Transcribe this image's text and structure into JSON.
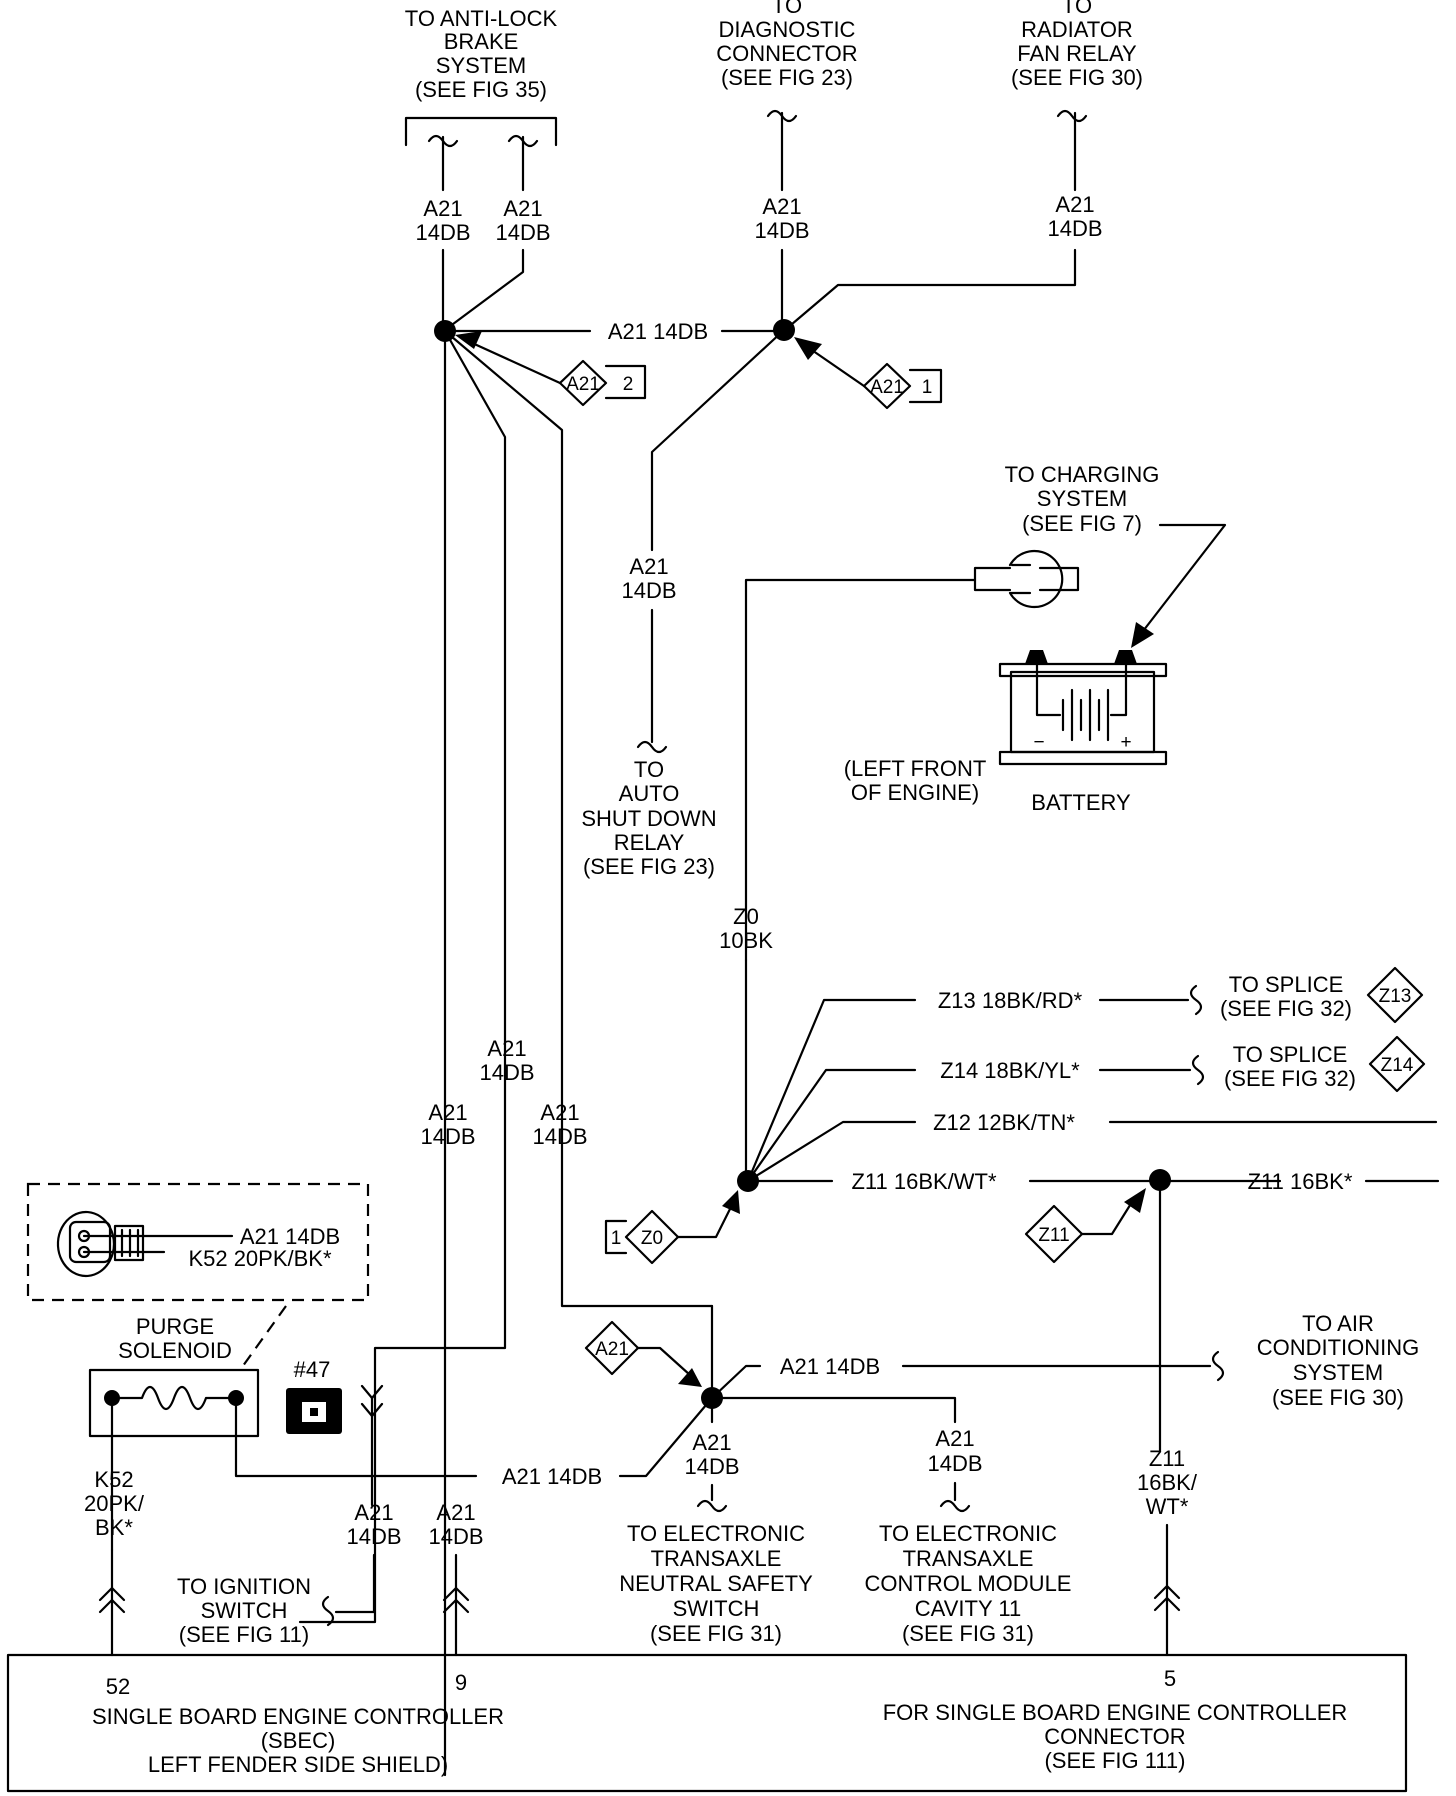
{
  "labels": {
    "abs": [
      "TO ANTI-LOCK",
      "BRAKE",
      "SYSTEM",
      "(SEE FIG 35)"
    ],
    "diag": [
      "TO",
      "DIAGNOSTIC",
      "CONNECTOR",
      "(SEE FIG 23)"
    ],
    "radfan": [
      "TO",
      "RADIATOR",
      "FAN RELAY",
      "(SEE FIG 30)"
    ],
    "charging": [
      "TO CHARGING",
      "SYSTEM",
      "(SEE FIG 7)"
    ],
    "asd": [
      "TO",
      "AUTO",
      "SHUT DOWN",
      "RELAY",
      "(SEE FIG 23)"
    ],
    "left_front": [
      "(LEFT FRONT",
      "OF ENGINE)"
    ],
    "battery": "BATTERY",
    "splice1": [
      "TO SPLICE",
      "(SEE FIG 32)"
    ],
    "splice2": [
      "TO SPLICE",
      "(SEE FIG 32)"
    ],
    "ac": [
      "TO AIR",
      "CONDITIONING",
      "SYSTEM",
      "(SEE FIG 30)"
    ],
    "ignition": [
      "TO IGNITION",
      "SWITCH",
      "(SEE FIG 11)"
    ],
    "nss": [
      "TO ELECTRONIC",
      "TRANSAXLE",
      "NEUTRAL SAFETY",
      "SWITCH",
      "(SEE FIG 31)"
    ],
    "tcm": [
      "TO ELECTRONIC",
      "TRANSAXLE",
      "CONTROL MODULE",
      "CAVITY 11",
      "(SEE FIG 31)"
    ],
    "purge": [
      "PURGE",
      "SOLENOID"
    ],
    "connector_id": "#47",
    "sbec_left": [
      "SINGLE BOARD ENGINE CONTROLLER",
      "(SBEC)",
      "LEFT FENDER SIDE SHIELD)"
    ],
    "sbec_right": [
      "FOR SINGLE BOARD ENGINE CONTROLLER",
      "CONNECTOR",
      "(SEE FIG 111)"
    ],
    "pin_52": "52",
    "pin_9": "9",
    "pin_5": "5"
  },
  "wires": {
    "a21_two_line": [
      "A21",
      "14DB"
    ],
    "a21_one_line": "A21 14DB",
    "k52": "K52 20PK/BK*",
    "k52_stack": [
      "K52",
      "20PK/",
      "BK*"
    ],
    "z0": [
      "Z0",
      "10BK"
    ],
    "z13": "Z13 18BK/RD*",
    "z14": "Z14 18BK/YL*",
    "z12": "Z12 12BK/TN*",
    "z11": "Z11 16BK/WT*",
    "z11_b": "Z11 16BK*",
    "z11_stack": [
      "Z11",
      "16BK/",
      "WT*"
    ]
  },
  "splices": {
    "a21": "A21",
    "z0": "Z0",
    "z11": "Z11",
    "z13": "Z13",
    "z14": "Z14",
    "n1": "1",
    "n2": "2"
  },
  "battery_polarity": {
    "neg": "−",
    "pos": "+"
  }
}
